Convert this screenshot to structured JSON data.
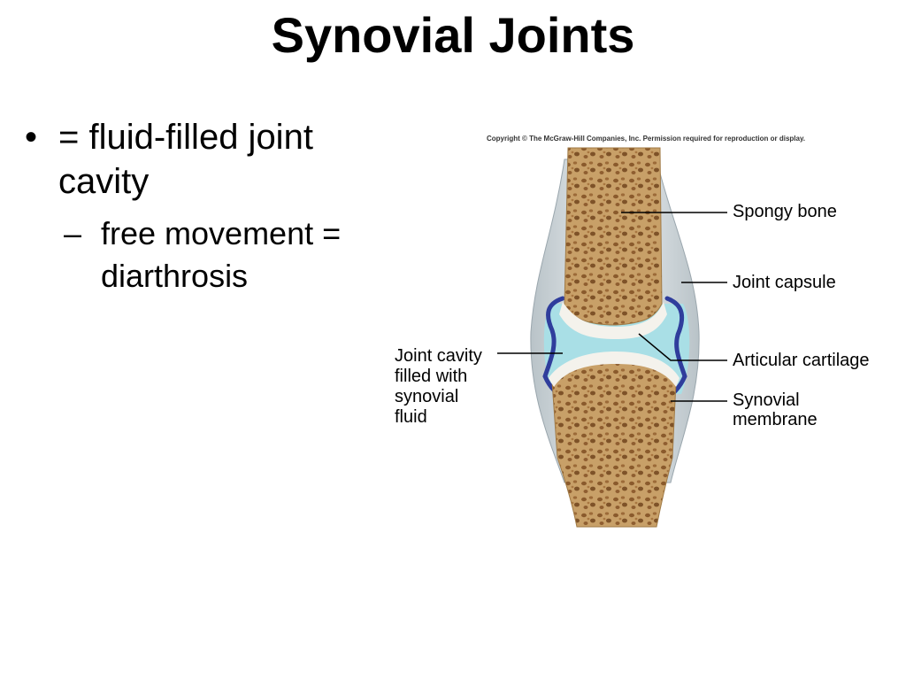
{
  "slide": {
    "title": "Synovial Joints",
    "bullets": [
      {
        "marker": "•",
        "text": "= fluid-filled joint cavity"
      },
      {
        "marker": "–",
        "text": "free movement = diarthrosis"
      }
    ]
  },
  "figure": {
    "copyright": "Copyright © The McGraw-Hill Companies, Inc. Permission required for reproduction or display.",
    "labels": {
      "spongy_bone": "Spongy bone",
      "joint_capsule": "Joint capsule",
      "articular_cartilage": "Articular cartilage",
      "synovial_membrane_1": "Synovial",
      "synovial_membrane_2": "membrane",
      "cavity_1": "Joint cavity",
      "cavity_2": "filled with",
      "cavity_3": "synovial",
      "cavity_4": "fluid"
    },
    "colors": {
      "bone": "#c8a068",
      "bone_pore": "#8a5a2c",
      "cartilage": "#f4f2ec",
      "synovial_fluid": "#a9dfe6",
      "membrane": "#2f3d9c",
      "capsule": "#d6dde1"
    }
  }
}
